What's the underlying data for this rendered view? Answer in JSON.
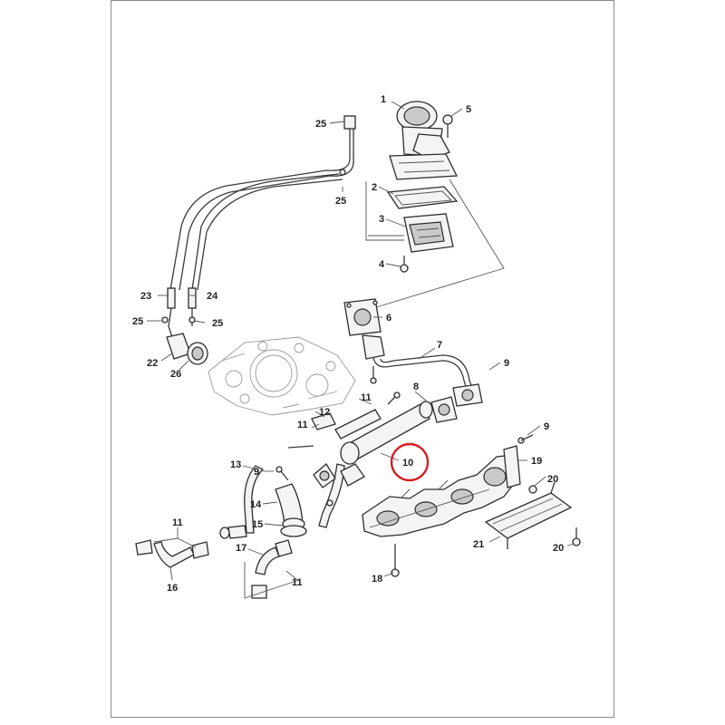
{
  "diagram": {
    "labels": {
      "p1": "1",
      "p5": "5",
      "p25a": "25",
      "p25b": "25",
      "p2": "2",
      "p3": "3",
      "p4": "4",
      "p23": "23",
      "p24": "24",
      "p25c": "25",
      "p25d": "25",
      "p22": "22",
      "p26": "26",
      "p6": "6",
      "p7": "7",
      "p9a": "9",
      "p8": "8",
      "p11a": "11",
      "p12": "12",
      "p11b": "11",
      "p10": "10",
      "p9b": "9",
      "p19": "19",
      "p20a": "20",
      "p13": "13",
      "p9c": "9",
      "p14": "14",
      "p15": "15",
      "p11c": "11",
      "p17": "17",
      "p11d": "11",
      "p16": "16",
      "p18": "18",
      "p21": "21",
      "p20b": "20"
    },
    "highlight_color": "#d42020"
  }
}
